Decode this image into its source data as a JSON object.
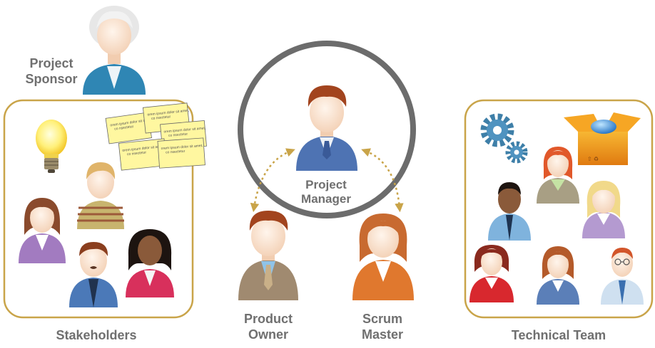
{
  "labels": {
    "project_sponsor_line1": "Project",
    "project_sponsor_line2": "Sponsor",
    "project_manager_line1": "Project",
    "project_manager_line2": "Manager",
    "product_owner_line1": "Product",
    "product_owner_line2": "Owner",
    "scrum_master_line1": "Scrum",
    "scrum_master_line2": "Master",
    "stakeholders": "Stakeholders",
    "technical_team": "Technical Team"
  },
  "sticky_notes": [
    {
      "line1": "orem ipsum dolor sit amet,",
      "line2": "co nsectetur"
    },
    {
      "line1": "orem ipsum dolor sit amet,",
      "line2": "co nsectetur"
    },
    {
      "line1": "orem ipsum dolor sit amet,",
      "line2": "co nsectetur"
    },
    {
      "line1": "orem ipsum dolor sit amet,",
      "line2": "co nsectetur"
    },
    {
      "line1": "orem ipsum dolor sit amet,",
      "line2": "co nsectetur"
    }
  ],
  "icons": [
    "lightbulb-icon",
    "sticky-notes-icon",
    "gears-icon",
    "open-box-icon"
  ],
  "colors": {
    "group_border": "#c9a449",
    "manager_ring": "#6c6c6c",
    "arrow": "#c9a449",
    "label_text": "#6f6f6f"
  }
}
